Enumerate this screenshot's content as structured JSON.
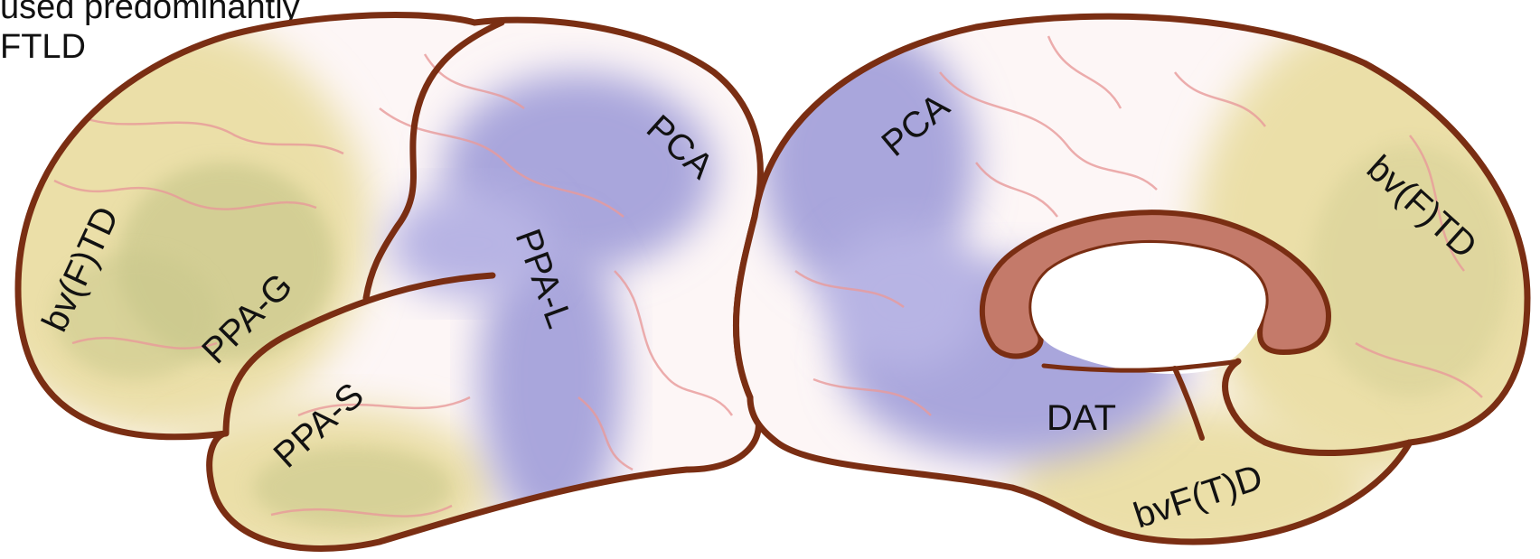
{
  "caption": {
    "line1": "used predominantly",
    "line2": "FTLD"
  },
  "regions": {
    "lateral": {
      "bvftd": "bv(F)TD",
      "ppa_g": "PPA-G",
      "ppa_s": "PPA-S",
      "ppa_l": "PPA-L",
      "pca": "PCA"
    },
    "medial": {
      "pca": "PCA",
      "bvftd": "bv(F)TD",
      "dat": "DAT",
      "bvftd_lower": "bvF(T)D"
    }
  },
  "colors": {
    "ftld_zone": "#ebdfa8",
    "ftld_patch": "#c9c88c",
    "dat_zone": "#a9a6dc",
    "outline": "#7a2e13",
    "vessels": "#e89a9a",
    "corpus_callosum": "#c47a6a"
  }
}
